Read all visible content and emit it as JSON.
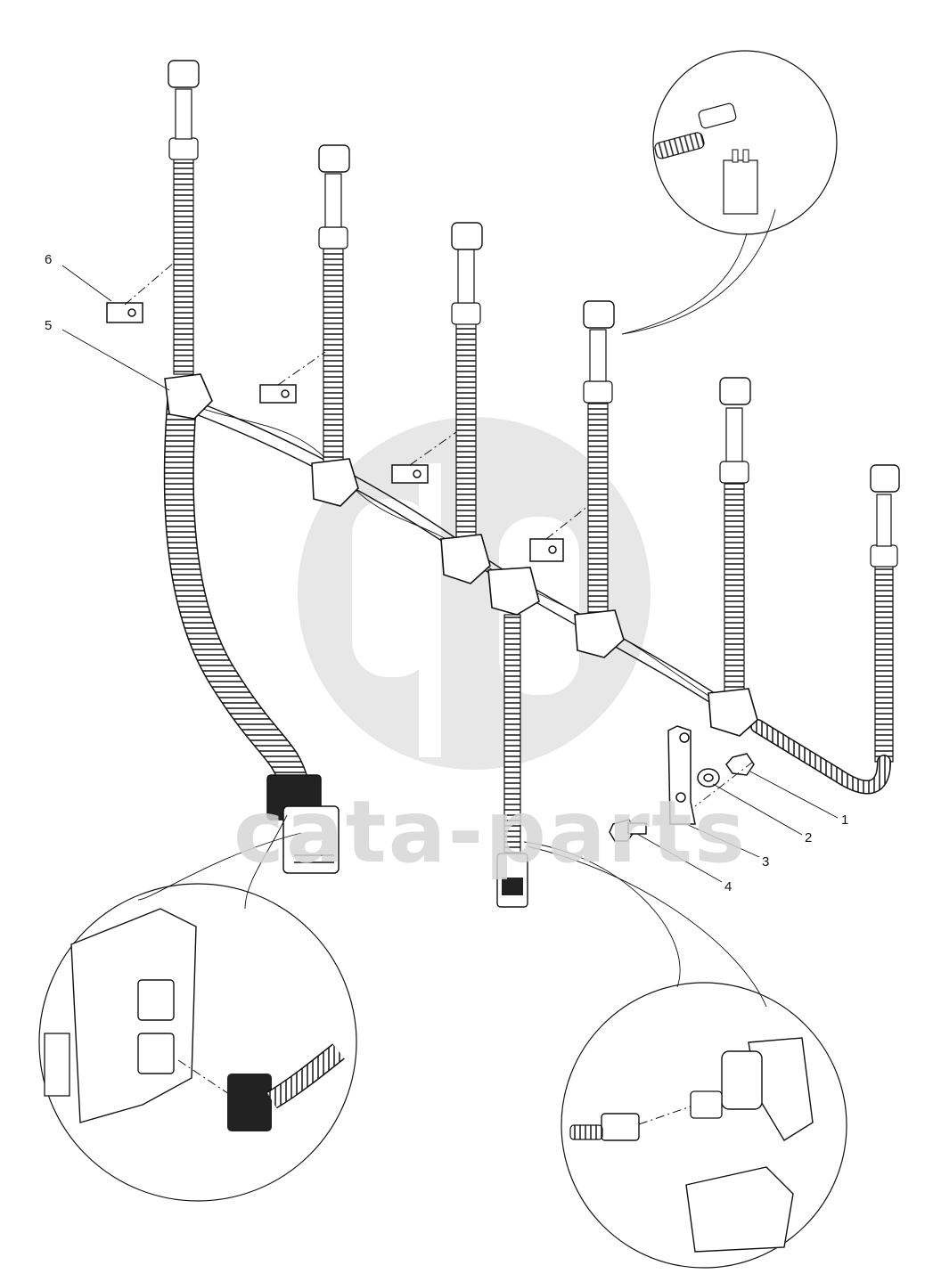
{
  "watermark": {
    "brand_text": "cata-parts",
    "color": "#d9d9d9"
  },
  "colors": {
    "line": "#111111",
    "fill": "#ffffff",
    "hatch": "#333333"
  },
  "callouts": [
    {
      "id": "1",
      "label": "1"
    },
    {
      "id": "2",
      "label": "2"
    },
    {
      "id": "3",
      "label": "3"
    },
    {
      "id": "4",
      "label": "4"
    },
    {
      "id": "5",
      "label": "5"
    },
    {
      "id": "6",
      "label": "6"
    }
  ],
  "detail_views": [
    {
      "id": "detail-top-right",
      "subject": "plug-to-sensor-connection"
    },
    {
      "id": "detail-bottom-left",
      "subject": "connector-to-control-unit"
    },
    {
      "id": "detail-bottom-right",
      "subject": "plug-to-valve-connection"
    }
  ]
}
